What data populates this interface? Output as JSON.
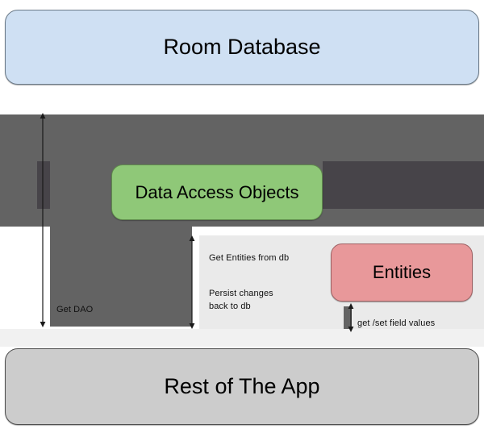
{
  "diagram": {
    "title": "Room Database architecture diagram",
    "background_color": "#ffffff",
    "nodes": [
      {
        "id": "room-database",
        "label": "Room Database",
        "fill": "#cfe0f3",
        "stroke": "#6b7a88"
      },
      {
        "id": "data-access-objects",
        "label": "Data Access Objects",
        "fill": "#8fc878",
        "stroke": "#5f8a4c"
      },
      {
        "id": "entities",
        "label": "Entities",
        "fill": "#e8989a",
        "stroke": "#9e6264"
      },
      {
        "id": "rest-of-the-app",
        "label": "Rest of The App",
        "fill": "#cccccc",
        "stroke": "#4f4f4f"
      }
    ],
    "edges": [
      {
        "id": "get-dao",
        "label": "Get DAO",
        "from": "room-database",
        "to": "rest-of-the-app",
        "arrowheads": "both"
      },
      {
        "id": "get-entities-from-db",
        "label": "Get Entities from db",
        "from": "data-access-objects",
        "to": "rest-of-the-app",
        "arrowheads": "both"
      },
      {
        "id": "persist-changes-back-to-db",
        "label": "Persist changes\nback to db",
        "from": "rest-of-the-app",
        "to": "data-access-objects",
        "arrowheads": "both"
      },
      {
        "id": "get-set-field-values",
        "label": "get /set field values",
        "from": "entities",
        "to": "rest-of-the-app",
        "arrowheads": "both"
      }
    ],
    "overlay": {
      "note": "partial-render gray banding artifact",
      "color": "#636363",
      "color_dark": "#474449",
      "color_pale": "#eaeaea"
    }
  }
}
